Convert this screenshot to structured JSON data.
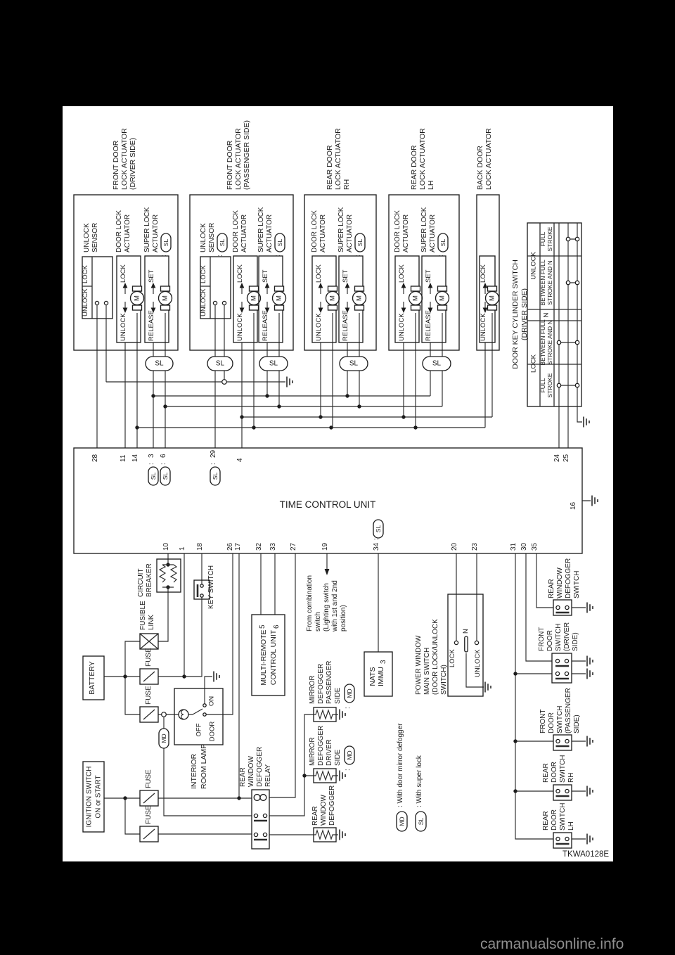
{
  "page": {
    "watermark": "carmanualsonline.info",
    "figure_code": "TKWA0128E"
  },
  "glyph": {
    "motor": "M",
    "sl": "SL",
    "md": "MD",
    "colon": ":"
  },
  "act_boxes": [
    {
      "title": [
        "FRONT DOOR",
        "LOCK ACTUATOR",
        "(DRIVER SIDE)"
      ]
    },
    {
      "title": [
        "FRONT DOOR",
        "LOCK ACTUATOR",
        "(PASSENGER SIDE)"
      ]
    },
    {
      "title": [
        "REAR DOOR",
        "LOCK ACTUATOR",
        "RH"
      ]
    },
    {
      "title": [
        "REAR DOOR",
        "LOCK ACTUATOR",
        "LH"
      ]
    },
    {
      "title": [
        "BACK DOOR",
        "LOCK ACTUATOR"
      ]
    }
  ],
  "units": {
    "sensor": [
      "UNLOCK",
      "SENSOR"
    ],
    "door": [
      "DOOR LOCK",
      "ACTUATOR"
    ],
    "superlock": [
      "SUPER LOCK",
      "ACTUATOR"
    ],
    "lock": "LOCK",
    "unlock": "UNLOCK",
    "set": "SET",
    "release": "RELEASE"
  },
  "keycyl": {
    "title": [
      "DOOR KEY CYLINDER SWITCH",
      "(DRIVER SIDE)"
    ],
    "lock": "LOCK",
    "unlock": "UNLOCK",
    "n": "N",
    "full": [
      "FULL",
      "STROKE"
    ],
    "between": [
      "BETWEEN FULL",
      "STROKE AND N"
    ]
  },
  "tcu": {
    "label": "TIME CONTROL UNIT",
    "top_pins": [
      "28",
      "11",
      "14",
      "3",
      "6",
      "29",
      "4",
      "24",
      "25"
    ],
    "bottom_pins": [
      "10",
      "1",
      "18",
      "26",
      "17",
      "32",
      "33",
      "27",
      "19",
      "34",
      "20",
      "23",
      "31",
      "30",
      "35"
    ],
    "right_pin": "16"
  },
  "power": {
    "battery": "BATTERY",
    "ignition": [
      "IGNITION SWITCH",
      "ON or START"
    ],
    "fuse": "FUSE",
    "fusible": [
      "FUSIBLE",
      "LINK"
    ],
    "breaker": [
      "CIRCUIT",
      "BREAKER"
    ],
    "key_switch": "KEY SWITCH"
  },
  "lamp": {
    "title": [
      "INTERIOR",
      "ROOM LAMP"
    ],
    "off": "OFF",
    "door": "DOOR",
    "on": "ON"
  },
  "mrcu": {
    "title": [
      "MULTI-REMOTE",
      "CONTROL UNIT"
    ],
    "pins": [
      "5",
      "6"
    ]
  },
  "combi_note": [
    "From combination",
    "switch",
    "(Lighting switch",
    "with 1st and 2nd",
    "position)"
  ],
  "nats": {
    "title": [
      "NATS",
      "IMMU"
    ],
    "pin": "3"
  },
  "pw_switch": {
    "title": [
      "POWER WINDOW",
      "MAIN SWITCH",
      "(DOOR LOCK/UNLOCK",
      "SWITCH)"
    ],
    "lock": "LOCK",
    "n": "N",
    "unlock": "UNLOCK"
  },
  "relay": {
    "title": [
      "REAR",
      "WINDOW",
      "DEFOGGER",
      "RELAY"
    ]
  },
  "defoggers": {
    "passenger": [
      "MIRROR",
      "DEFOGGER",
      "PASSENGER",
      "SIDE"
    ],
    "driver": [
      "MIRROR",
      "DEFOGGER",
      "DRIVER",
      "SIDE"
    ],
    "rear": [
      "REAR",
      "WINDOW",
      "DEFOGGER"
    ]
  },
  "door_switches": {
    "defog": [
      "REAR",
      "WINDOW",
      "DEFOGGER",
      "SWITCH"
    ],
    "front_driver": [
      "FRONT",
      "DOOR",
      "SWITCH",
      "(DRIVER",
      "SIDE)"
    ],
    "front_pass": [
      "FRONT",
      "DOOR",
      "SWITCH",
      "(PASSENGER",
      "SIDE)"
    ],
    "rear_rh": [
      "REAR",
      "DOOR",
      "SWITCH",
      "RH"
    ],
    "rear_lh": [
      "REAR",
      "DOOR",
      "SWITCH",
      "LH"
    ]
  },
  "legend": {
    "md": ": With door mirror defogger",
    "sl": ": With super lock"
  }
}
